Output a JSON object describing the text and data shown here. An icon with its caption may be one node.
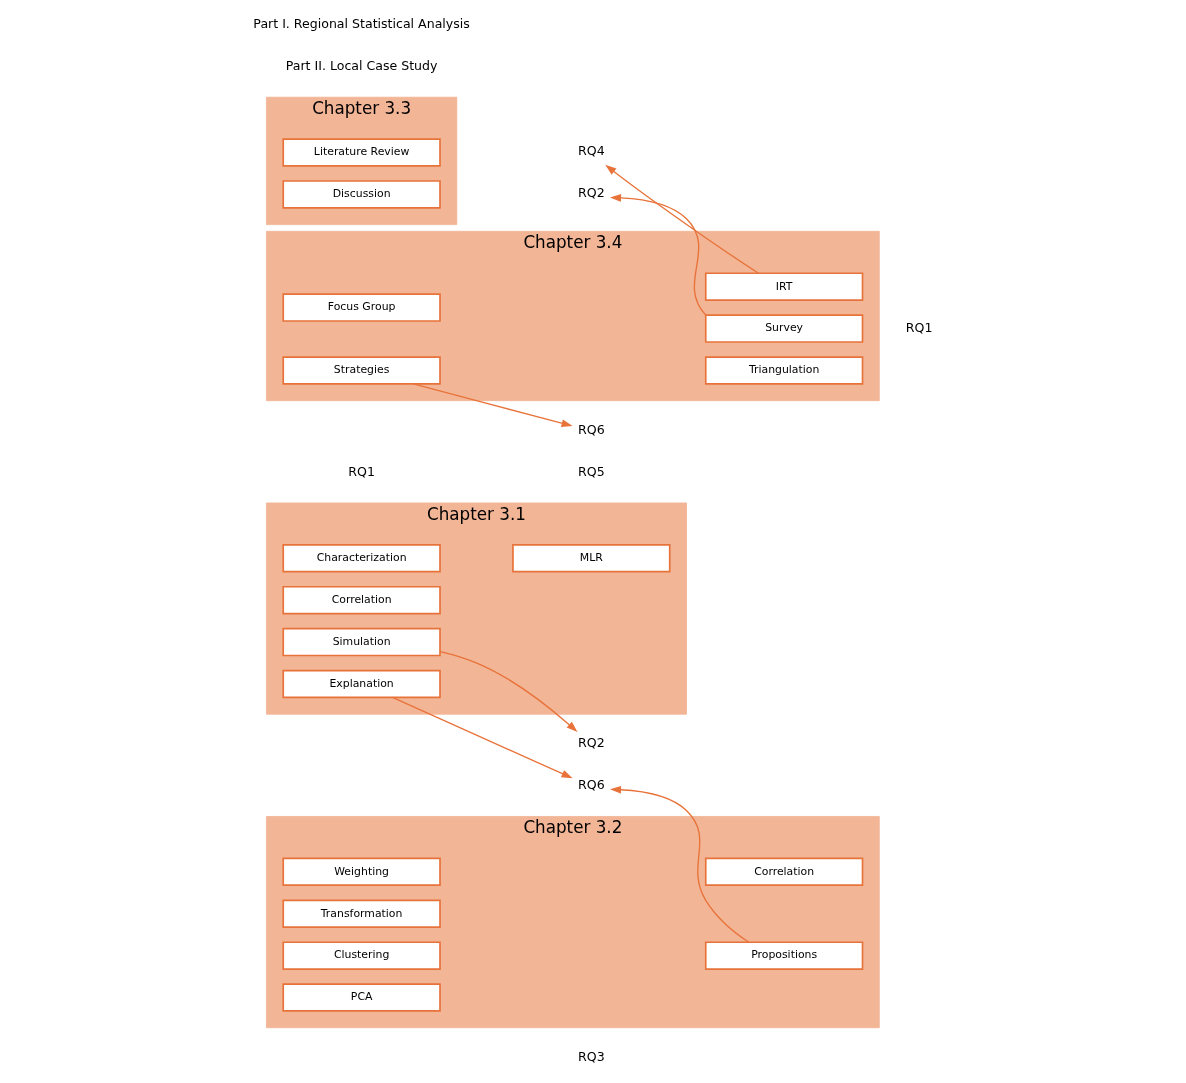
{
  "diagram": {
    "nodes": [
      {
        "text": [
          "Chapter 3.1"
        ]
      },
      {
        "text": [
          "Characterization"
        ],
        "in": 0
      },
      {
        "text": [
          "Correlation"
        ],
        "in": 0
      },
      {
        "text": [
          "MLR"
        ],
        "in": 0
      },
      {
        "text": [
          "Simulation"
        ],
        "in": 0
      },
      {
        "text": [
          "Explanation"
        ],
        "in": 0
      },
      {
        "text": [
          "Chapter 3.2"
        ]
      },
      {
        "text": [
          "Weighting"
        ],
        "in": 6
      },
      {
        "text": [
          "Transformation"
        ],
        "in": 6
      },
      {
        "text": [
          "Correlation"
        ],
        "in": 6
      },
      {
        "text": [
          "Clustering"
        ],
        "in": 6
      },
      {
        "text": [
          "PCA"
        ],
        "in": 6
      },
      {
        "text": [
          "Propositions"
        ],
        "in": 6
      },
      {
        "text": [
          "RQ2"
        ]
      },
      {
        "text": [
          "RQ6"
        ]
      },
      {
        "text": [
          "Chapter 3.3"
        ]
      },
      {
        "text": [
          "Literature Review"
        ],
        "in": 15
      },
      {
        "text": [
          "Discussion"
        ],
        "in": 15
      },
      {
        "text": [
          "Chapter 3.4"
        ]
      },
      {
        "text": [
          "IRT"
        ],
        "in": 18
      },
      {
        "text": [
          "Survey"
        ],
        "in": 18
      },
      {
        "text": [
          "Focus Group"
        ],
        "in": 18
      },
      {
        "text": [
          "Triangulation"
        ],
        "in": 18
      },
      {
        "text": [
          "Strategies"
        ],
        "in": 18
      },
      {
        "text": [
          "RQ4"
        ]
      },
      {
        "text": [
          "RQ2"
        ]
      },
      {
        "text": [
          "RQ6"
        ]
      }
    ],
    "edges": [
      {
        "from": 4,
        "to": 13,
        "arrow": "to"
      },
      {
        "from": 5,
        "to": 14,
        "arrow": "to"
      },
      {
        "from": 12,
        "to": 14,
        "arrow": "to"
      },
      {
        "from": 19,
        "to": 24,
        "arrow": "to"
      },
      {
        "from": 20,
        "to": 25,
        "arrow": "to"
      },
      {
        "from": 23,
        "to": 26,
        "arrow": "to"
      }
    ],
    "labels": [
      "RQ1",
      "RQ3",
      "Part I. Regional Statistical Analysis",
      "Part II. Local Case Study",
      "RQ5",
      "RQ1"
    ]
  }
}
